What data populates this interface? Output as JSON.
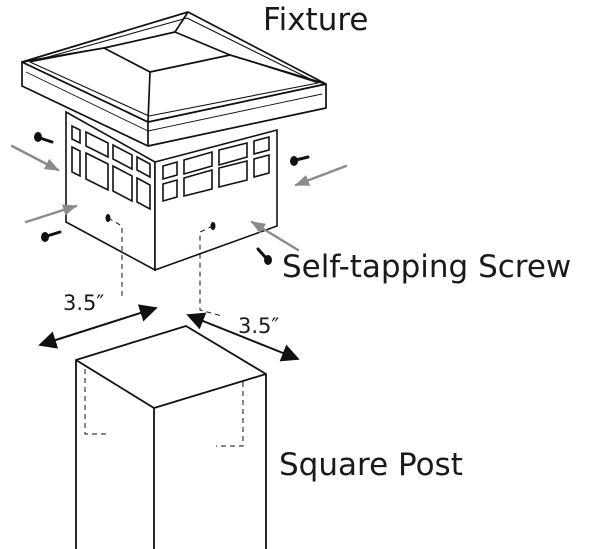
{
  "labels": {
    "fixture": "Fixture",
    "screw": "Self-tapping Screw",
    "post": "Square Post",
    "dim_left": "3.5″",
    "dim_right": "3.5″"
  },
  "colors": {
    "line": "#111111",
    "arrow_gray": "#8a8a8a",
    "cap_fill": "#ffffff",
    "background": "#ffffff"
  }
}
